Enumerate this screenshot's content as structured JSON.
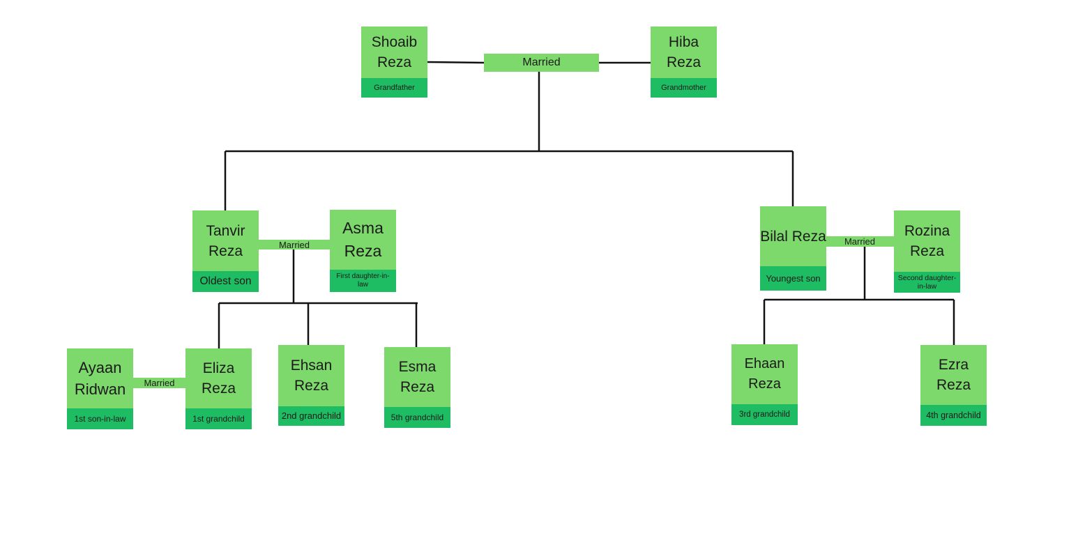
{
  "married_label": "Married",
  "people": {
    "shoaib": {
      "name": "Shoaib Reza",
      "role": "Grandfather"
    },
    "hiba": {
      "name": "Hiba Reza",
      "role": "Grandmother"
    },
    "tanvir": {
      "name": "Tanvir Reza",
      "role": "Oldest son"
    },
    "asma": {
      "name": "Asma Reza",
      "role": "First daughter-in-law"
    },
    "bilal": {
      "name": "Bilal Reza",
      "role": "Youngest son"
    },
    "rozina": {
      "name": "Rozina Reza",
      "role": "Second daughter-in-law"
    },
    "ayaan": {
      "name": "Ayaan Ridwan",
      "role": "1st son-in-law"
    },
    "eliza": {
      "name": "Eliza Reza",
      "role": "1st grandchild"
    },
    "ehsan": {
      "name": "Ehsan Reza",
      "role": "2nd grandchild"
    },
    "esma": {
      "name": "Esma Reza",
      "role": "5th grandchild"
    },
    "ehaan": {
      "name": "Ehaan Reza",
      "role": "3rd grandchild"
    },
    "ezra": {
      "name": "Ezra Reza",
      "role": "4th grandchild"
    }
  },
  "colors": {
    "box": "#7dd96b",
    "role_band": "#1fbd63",
    "line": "#111111"
  }
}
